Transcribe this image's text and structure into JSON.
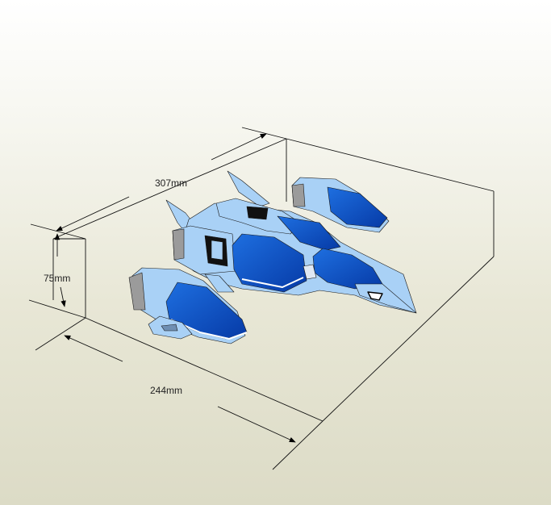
{
  "dimensions": {
    "length": "307mm",
    "height": "75mm",
    "width": "244mm"
  },
  "colors": {
    "hull_light": "#a9d1f6",
    "panel_blue": "#0a54c8",
    "panel_blue_dark": "#07379a",
    "engine_grey": "#9b9b9b",
    "outline": "#000000"
  },
  "icons": {
    "model": "paper-craft-jet-fighter",
    "arrows": "dimension-arrowheads"
  }
}
